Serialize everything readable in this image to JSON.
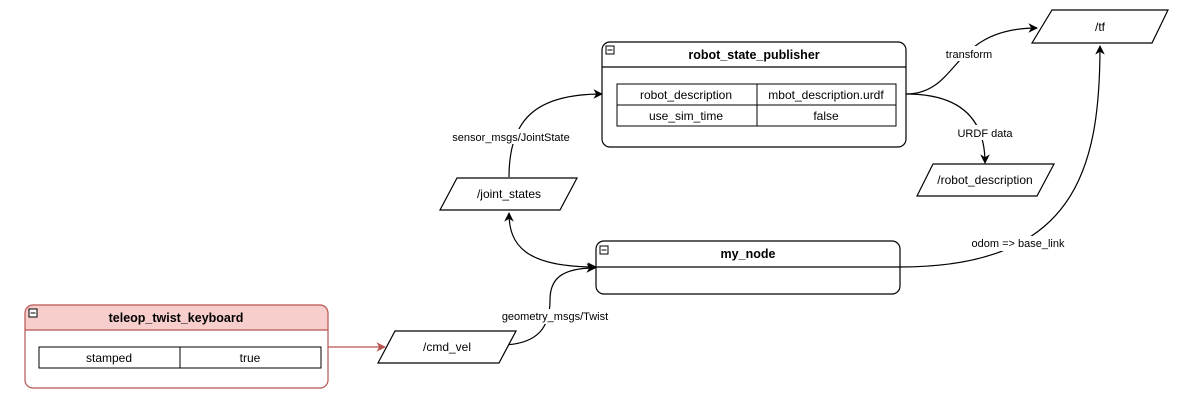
{
  "nodes": {
    "robot_state_publisher": {
      "title": "robot_state_publisher",
      "params": [
        {
          "key": "robot_description",
          "value": "mbot_description.urdf"
        },
        {
          "key": "use_sim_time",
          "value": "false"
        }
      ]
    },
    "my_node": {
      "title": "my_node"
    },
    "teleop_twist_keyboard": {
      "title": "teleop_twist_keyboard",
      "params": [
        {
          "key": "stamped",
          "value": "true"
        }
      ]
    }
  },
  "topics": {
    "tf": "/tf",
    "robot_description": "/robot_description",
    "joint_states": "/joint_states",
    "cmd_vel": "/cmd_vel"
  },
  "edges": {
    "transform": "transform",
    "urdf_data": "URDF data",
    "sensor_msgs": "sensor_msgs/JointState",
    "odom": "odom => base_link",
    "geometry_msgs": "geometry_msgs/Twist"
  },
  "colors": {
    "stroke": "#000000",
    "teleop_fill": "#f8cecc",
    "teleop_stroke": "#b85450"
  }
}
